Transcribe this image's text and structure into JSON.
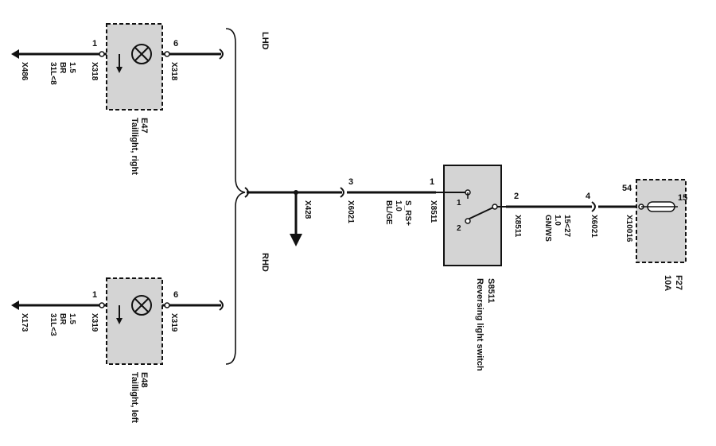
{
  "colors": {
    "wire": "#111111",
    "component_fill": "#d4d4d4",
    "background": "#ffffff"
  },
  "labels": {
    "lhd": "LHD",
    "rhd": "RHD",
    "x428": "X428",
    "x6021_a": "X6021",
    "s_rs": "S_RS+",
    "size_1_0_a": "1.0",
    "blge": "BL/GE",
    "pin_3": "3",
    "pin_1_switch": "1",
    "x8511_a": "X8511",
    "pin_2_switch": "2",
    "x8511_b": "X8511",
    "switch_pos_1": "1",
    "switch_pos_2": "2",
    "s8511": "S8511",
    "reversing_switch": "Reversing light switch",
    "term_15_27": "15<27",
    "size_1_0_b": "1.0",
    "gnws": "GN/WS",
    "pin_4": "4",
    "x6021_b": "X6021",
    "pin_54": "54",
    "x10016": "X10016",
    "pin_15": "15",
    "f27": "F27",
    "fuse_rating": "10A",
    "e47": "E47",
    "taillight_right": "Taillight, right",
    "e47_pin1": "1",
    "e47_pin6": "6",
    "x318_a": "X318",
    "x318_b": "X318",
    "x486": "X486",
    "e47_size": "1.5",
    "e47_color": "BR",
    "e47_term": "31L<8",
    "e48": "E48",
    "taillight_left": "Taillight, left",
    "e48_pin1": "1",
    "e48_pin6": "6",
    "x319_a": "X319",
    "x319_b": "X319",
    "x173": "X173",
    "e48_size": "1.5",
    "e48_color": "BR",
    "e48_term": "31L<3"
  },
  "icons": [
    "lamp-icon",
    "ground-arrow-icon",
    "switch-contact-icon",
    "fuse-icon"
  ]
}
